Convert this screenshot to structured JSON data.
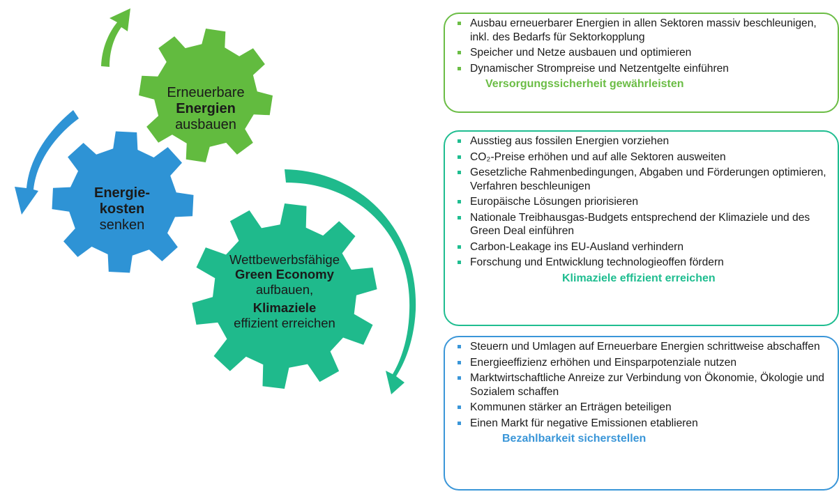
{
  "colors": {
    "green_gear": "#62bb3f",
    "blue_gear": "#2e93d5",
    "teal_gear": "#1fba8c",
    "green_accent": "#6bbd45",
    "teal_accent": "#1fbd90",
    "blue_accent": "#3a96d8"
  },
  "gears": {
    "green": {
      "line1": "Erneuerbare",
      "line2": "Energien",
      "line3": "ausbauen"
    },
    "blue": {
      "line1": "Energie-",
      "line2": "kosten",
      "line3": "senken"
    },
    "teal": {
      "line1": "Wettbewerbsfähige",
      "line2": "Green Economy",
      "line3": "aufbauen,",
      "line4": "Klimaziele",
      "line5": "effizient erreichen"
    }
  },
  "panels": [
    {
      "items": [
        "Ausbau erneuerbarer Energien in allen Sektoren massiv beschleunigen, inkl. des Bedarfs für Sektorkopplung",
        "Speicher und Netze ausbauen und optimieren",
        "Dynamischer Strompreise und Netzentgelte einführen"
      ],
      "title": "Versorgungssicherheit gewährleisten"
    },
    {
      "items": [
        "Ausstieg aus fossilen Energien vorziehen",
        "CO₂-Preise erhöhen und auf alle Sektoren ausweiten",
        "Gesetzliche Rahmenbedingungen, Abgaben und Förderungen optimieren, Verfahren beschleunigen",
        "Europäische Lösungen priorisieren",
        "Nationale Treibhausgas-Budgets entsprechend der Klimaziele und des Green Deal einführen",
        "Carbon-Leakage ins EU-Ausland verhindern",
        "Forschung und Entwicklung technologieoffen fördern"
      ],
      "title": "Klimaziele effizient erreichen"
    },
    {
      "items": [
        "Steuern und Umlagen auf Erneuerbare Energien schrittweise abschaffen",
        "Energieeffizienz erhöhen und Einsparpotenziale nutzen",
        "Marktwirtschaftliche Anreize zur Verbindung von Ökonomie, Ökologie und Sozialem schaffen",
        "Kommunen stärker an Erträgen beteiligen",
        "Einen Markt für negative Emissionen etablieren"
      ],
      "title": "Bezahlbarkeit sicherstellen"
    }
  ]
}
